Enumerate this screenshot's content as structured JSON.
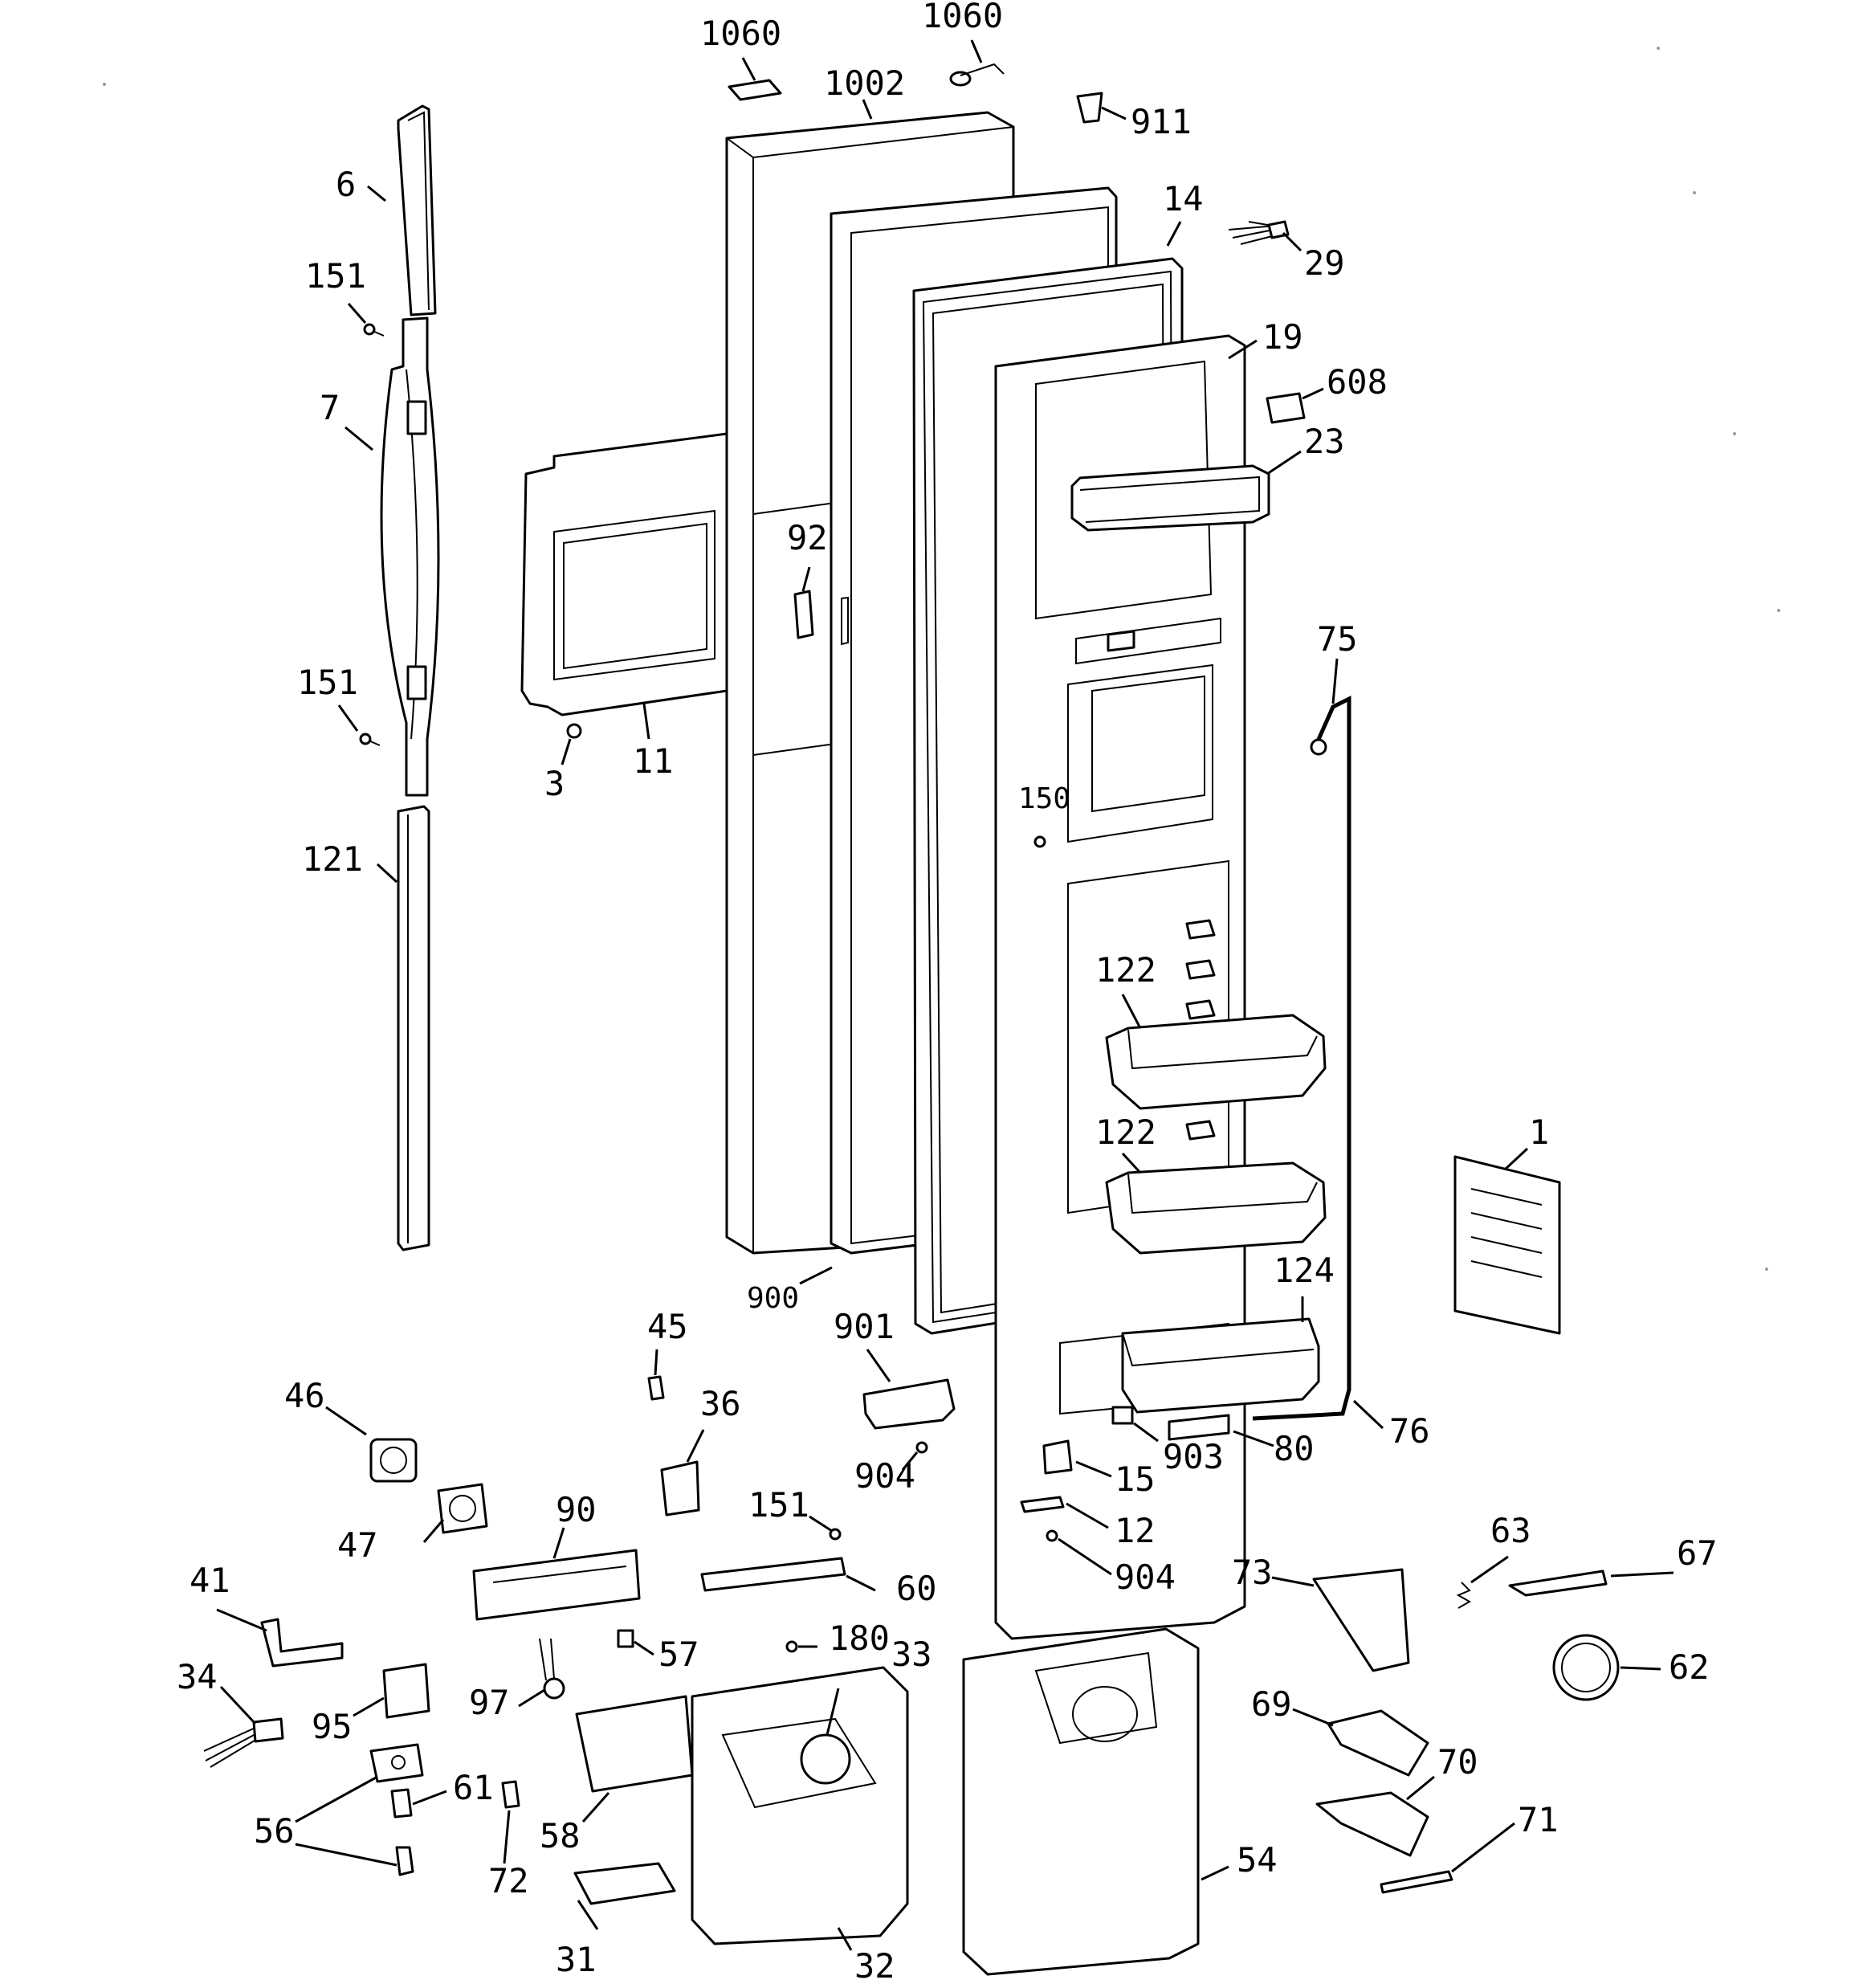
{
  "diagram": {
    "callouts": [
      {
        "id": "c-1060a",
        "label": "1060"
      },
      {
        "id": "c-1060b",
        "label": "1060"
      },
      {
        "id": "c-1002",
        "label": "1002"
      },
      {
        "id": "c-911",
        "label": "911"
      },
      {
        "id": "c-6",
        "label": "6"
      },
      {
        "id": "c-14",
        "label": "14"
      },
      {
        "id": "c-29",
        "label": "29"
      },
      {
        "id": "c-151a",
        "label": "151"
      },
      {
        "id": "c-19",
        "label": "19"
      },
      {
        "id": "c-608",
        "label": "608"
      },
      {
        "id": "c-7",
        "label": "7"
      },
      {
        "id": "c-23",
        "label": "23"
      },
      {
        "id": "c-92",
        "label": "92"
      },
      {
        "id": "c-75",
        "label": "75"
      },
      {
        "id": "c-151b",
        "label": "151"
      },
      {
        "id": "c-3",
        "label": "3"
      },
      {
        "id": "c-11",
        "label": "11"
      },
      {
        "id": "c-150",
        "label": "150"
      },
      {
        "id": "c-121",
        "label": "121"
      },
      {
        "id": "c-122a",
        "label": "122"
      },
      {
        "id": "c-122b",
        "label": "122"
      },
      {
        "id": "c-1",
        "label": "1"
      },
      {
        "id": "c-124",
        "label": "124"
      },
      {
        "id": "c-900",
        "label": "900"
      },
      {
        "id": "c-45",
        "label": "45"
      },
      {
        "id": "c-901",
        "label": "901"
      },
      {
        "id": "c-46",
        "label": "46"
      },
      {
        "id": "c-36",
        "label": "36"
      },
      {
        "id": "c-76",
        "label": "76"
      },
      {
        "id": "c-903",
        "label": "903"
      },
      {
        "id": "c-80",
        "label": "80"
      },
      {
        "id": "c-904a",
        "label": "904"
      },
      {
        "id": "c-15",
        "label": "15"
      },
      {
        "id": "c-90",
        "label": "90"
      },
      {
        "id": "c-151c",
        "label": "151"
      },
      {
        "id": "c-47",
        "label": "47"
      },
      {
        "id": "c-12",
        "label": "12"
      },
      {
        "id": "c-63",
        "label": "63"
      },
      {
        "id": "c-41",
        "label": "41"
      },
      {
        "id": "c-904b",
        "label": "904"
      },
      {
        "id": "c-67",
        "label": "67"
      },
      {
        "id": "c-73",
        "label": "73"
      },
      {
        "id": "c-60",
        "label": "60"
      },
      {
        "id": "c-180",
        "label": "180"
      },
      {
        "id": "c-57",
        "label": "57"
      },
      {
        "id": "c-34",
        "label": "34"
      },
      {
        "id": "c-33",
        "label": "33"
      },
      {
        "id": "c-62",
        "label": "62"
      },
      {
        "id": "c-97",
        "label": "97"
      },
      {
        "id": "c-95",
        "label": "95"
      },
      {
        "id": "c-69",
        "label": "69"
      },
      {
        "id": "c-70",
        "label": "70"
      },
      {
        "id": "c-61",
        "label": "61"
      },
      {
        "id": "c-56",
        "label": "56"
      },
      {
        "id": "c-58",
        "label": "58"
      },
      {
        "id": "c-71",
        "label": "71"
      },
      {
        "id": "c-54",
        "label": "54"
      },
      {
        "id": "c-72",
        "label": "72"
      },
      {
        "id": "c-31",
        "label": "31"
      },
      {
        "id": "c-32",
        "label": "32"
      }
    ]
  }
}
